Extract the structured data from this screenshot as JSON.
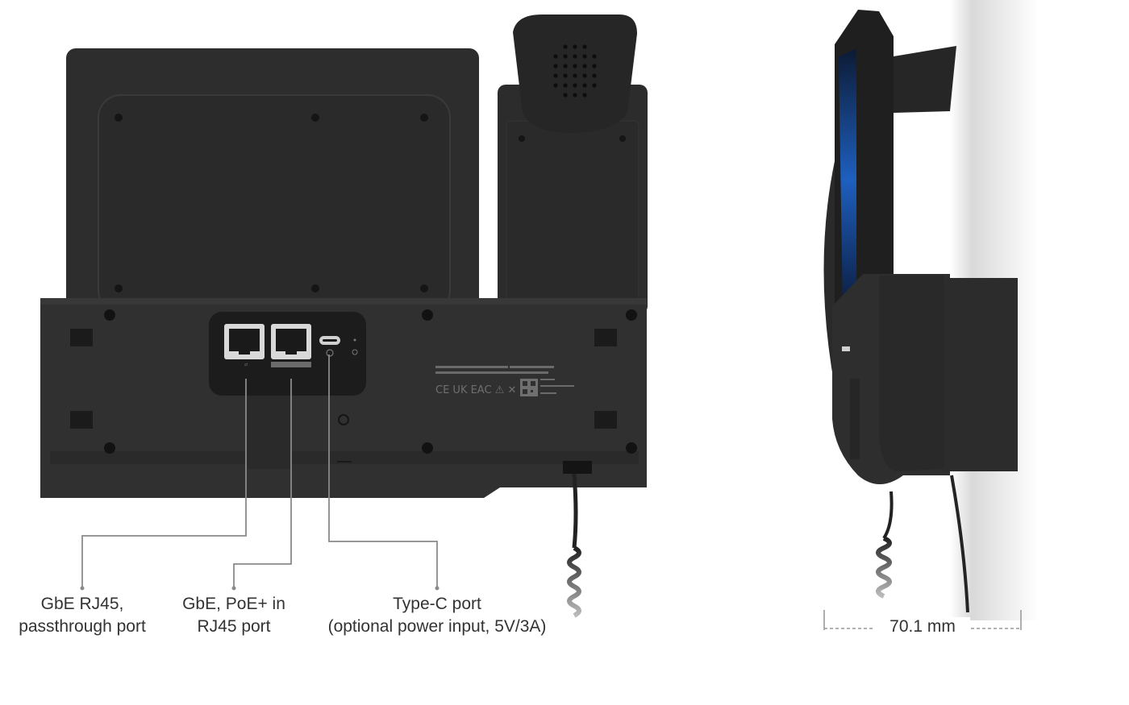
{
  "callouts": {
    "passthrough": {
      "line1": "GbE RJ45,",
      "line2": "passthrough port"
    },
    "poe_in": {
      "line1": "GbE, PoE+ in",
      "line2": "RJ45 port"
    },
    "typec": {
      "line1": "Type-C port",
      "line2": "(optional power input, 5V/3A)"
    }
  },
  "dimension": {
    "depth": "70.1 mm"
  },
  "colors": {
    "body": "#2e2e2e",
    "body_dark": "#232323",
    "leader": "#8a8a8a",
    "text": "#333333",
    "wall": "#f2f2f2"
  },
  "icons": [
    "rj45-port-icon",
    "usb-c-port-icon",
    "handset-icon",
    "speaker-grille-icon",
    "qr-code-icon"
  ]
}
